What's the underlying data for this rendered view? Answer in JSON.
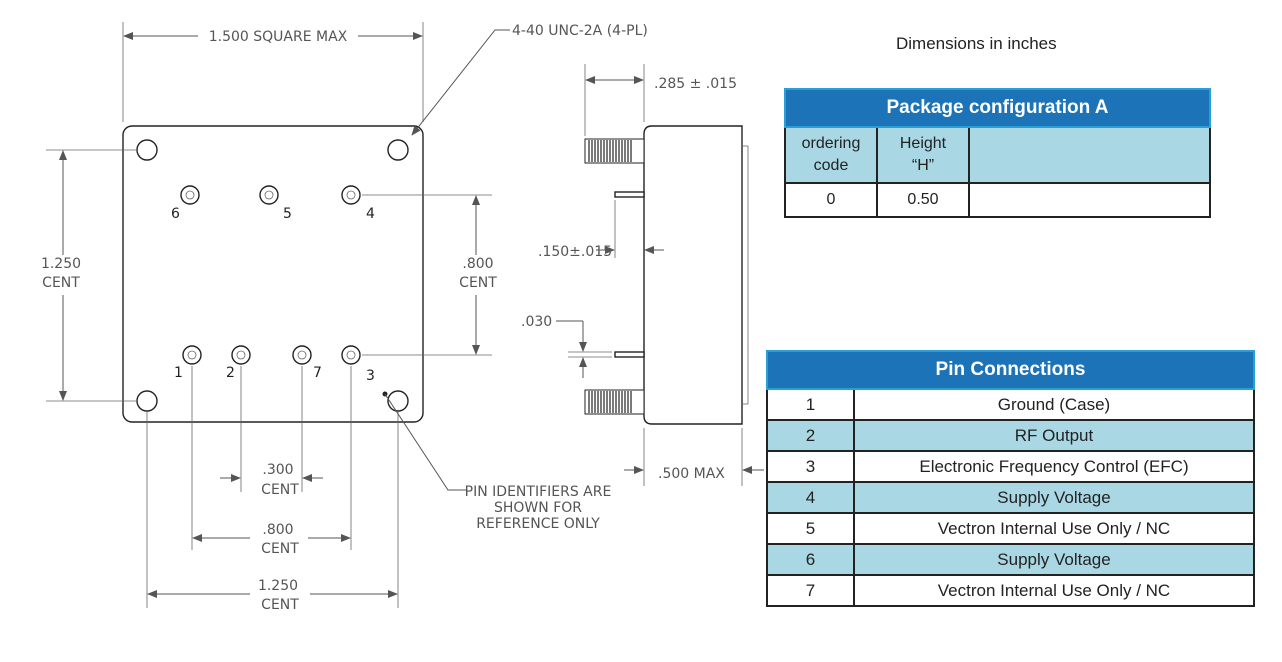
{
  "caption": "Dimensions in inches",
  "drawing": {
    "top_dim": "1.500 SQUARE MAX",
    "thread_note": "4-40 UNC-2A (4-PL)",
    "side_top_dim": ".285 ± .015",
    "left_dim_value": "1.250",
    "left_dim_unit": "CENT",
    "right_dim_value": ".800",
    "right_dim_unit": "CENT",
    "pin_len_dim": ".150±.015",
    "pin_dia_dim": ".030",
    "bottom_dim_1_value": ".300",
    "bottom_dim_1_unit": "CENT",
    "bottom_dim_2_value": ".800",
    "bottom_dim_2_unit": "CENT",
    "bottom_dim_3_value": "1.250",
    "bottom_dim_3_unit": "CENT",
    "max_dim": ".500 MAX",
    "pin_note_line1": "PIN IDENTIFIERS ARE",
    "pin_note_line2": "SHOWN FOR",
    "pin_note_line3": "REFERENCE ONLY",
    "pin_labels": {
      "p1": "1",
      "p2": "2",
      "p3": "3",
      "p4": "4",
      "p5": "5",
      "p6": "6",
      "p7": "7"
    }
  },
  "package_table": {
    "title": "Package configuration A",
    "col1_line1": "ordering",
    "col1_line2": "code",
    "col2_line1": "Height",
    "col2_line2": "“H”",
    "code": "0",
    "height": "0.50"
  },
  "pin_table": {
    "title": "Pin Connections",
    "rows": [
      {
        "pin": "1",
        "function": "Ground (Case)"
      },
      {
        "pin": "2",
        "function": "RF Output"
      },
      {
        "pin": "3",
        "function": "Electronic Frequency Control (EFC)"
      },
      {
        "pin": "4",
        "function": "Supply Voltage"
      },
      {
        "pin": "5",
        "function": "Vectron Internal Use Only / NC"
      },
      {
        "pin": "6",
        "function": "Supply Voltage"
      },
      {
        "pin": "7",
        "function": "Vectron Internal Use Only / NC"
      }
    ]
  }
}
